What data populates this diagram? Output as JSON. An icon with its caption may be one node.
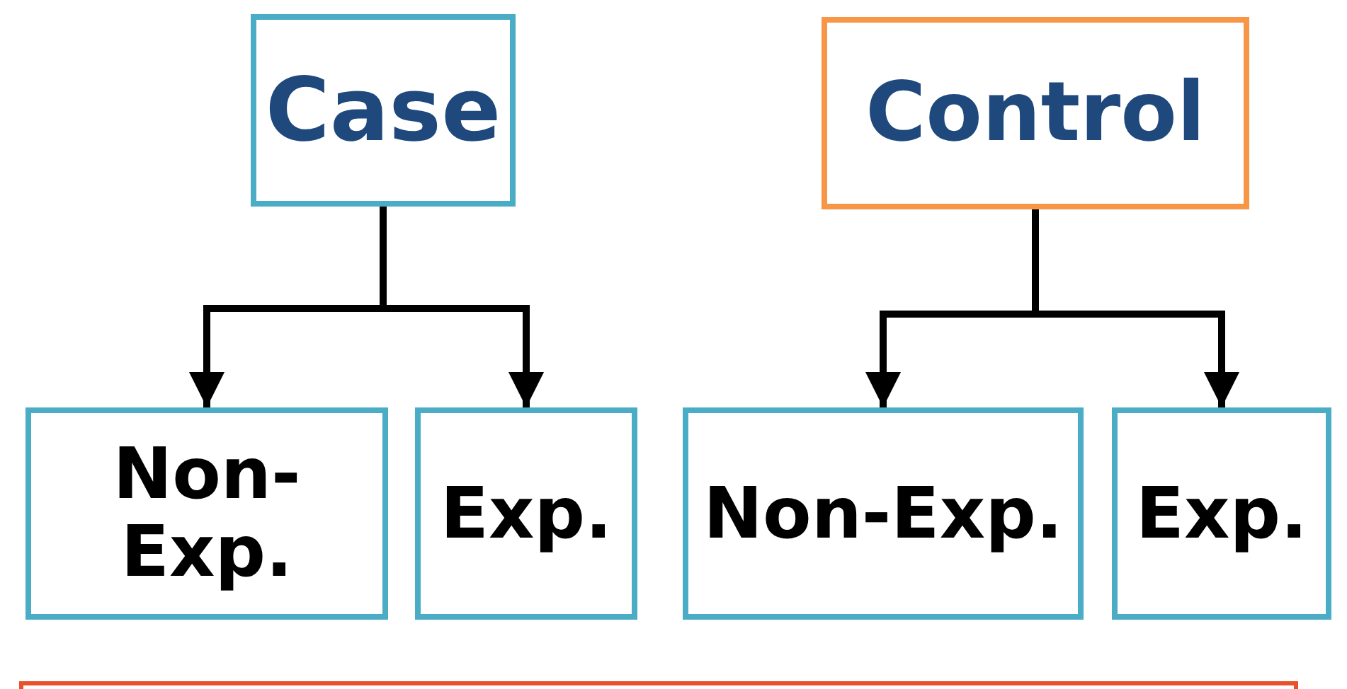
{
  "diagram": {
    "nodes": [
      {
        "text": [
          "Case"
        ]
      },
      {
        "text": [
          "Control"
        ]
      },
      {
        "text": [
          "Non-Exp."
        ]
      },
      {
        "text": [
          "Exp."
        ]
      },
      {
        "text": [
          "Non-Exp."
        ]
      },
      {
        "text": [
          "Exp."
        ]
      }
    ],
    "edges": [
      {
        "from": 0,
        "to": 2,
        "arrow": "to"
      },
      {
        "from": 0,
        "to": 3,
        "arrow": "to"
      },
      {
        "from": 1,
        "to": 4,
        "arrow": "to"
      },
      {
        "from": 1,
        "to": 5,
        "arrow": "to"
      }
    ]
  }
}
